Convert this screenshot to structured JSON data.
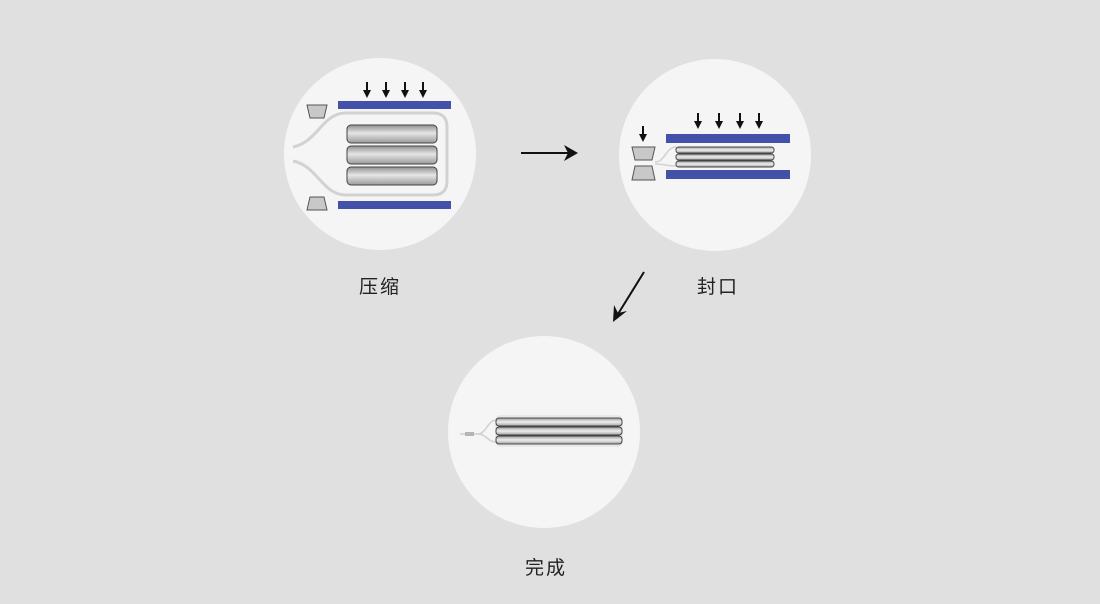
{
  "steps": [
    {
      "label": "压缩"
    },
    {
      "label": "封口"
    },
    {
      "label": "完成"
    }
  ],
  "colors": {
    "background": "#e0e0e0",
    "circle_fill": "#f5f5f5",
    "press_plate": "#4352a8",
    "cell_fill": "#b9b9b9",
    "cell_stroke": "#444444",
    "arrow": "#111111"
  }
}
